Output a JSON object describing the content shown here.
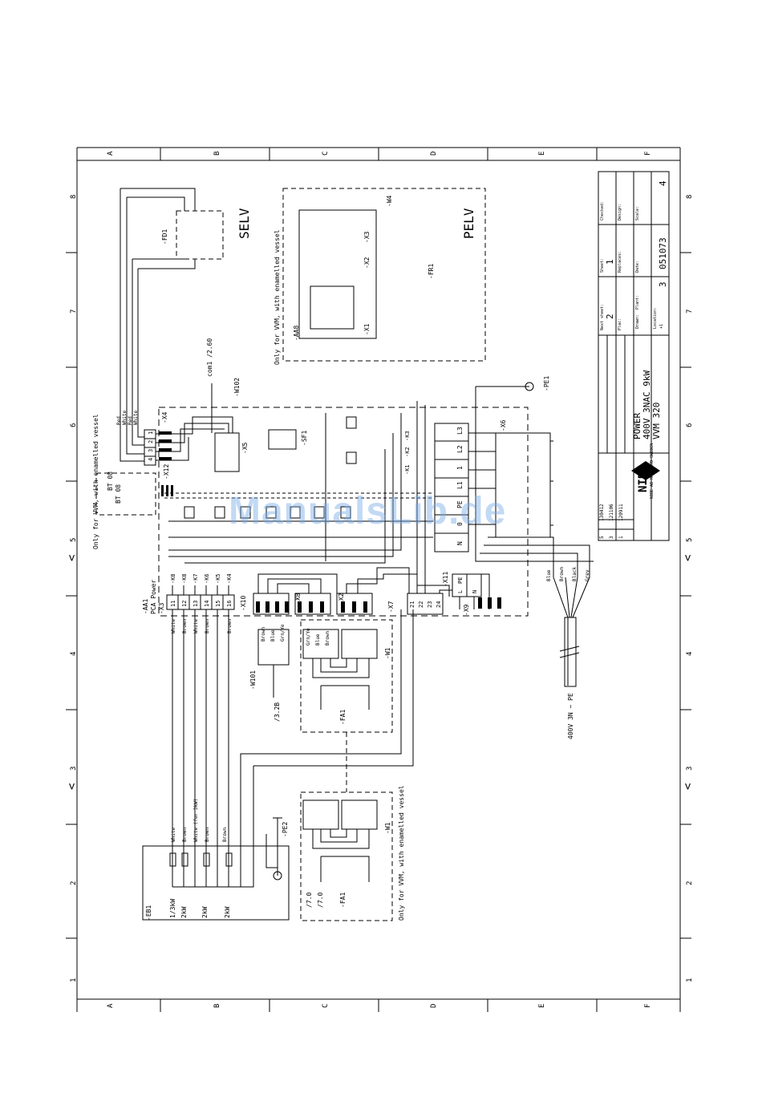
{
  "grid": {
    "columns": [
      "A",
      "B",
      "C",
      "D",
      "E",
      "F"
    ],
    "rows": [
      "8",
      "7",
      "6",
      "5",
      "4",
      "3",
      "2",
      "1"
    ],
    "arrow": "<"
  },
  "zones": {
    "selv": "SELV",
    "pelv": "PELV",
    "enamelled_note": "Only for VVM, with enamelled vessel"
  },
  "components": {
    "fd1": "-FD1",
    "aa8": "-AA8",
    "fr1": "-FR1",
    "x1": "-X1",
    "x2_pelv": "-X2",
    "x3_pelv": "-X3",
    "w4": "-W4",
    "x4": "-X4",
    "x5": "-X5",
    "sf1": "-SF1",
    "x6": "-X6",
    "pe1": "-PE1",
    "com1": "com1 /2.60",
    "w102": "-W102",
    "bt": "BT 08",
    "x12": "-X12",
    "aa1": "-AA1",
    "pca_power": "PCA Power",
    "x3": "-X3",
    "x10": "-X10",
    "x8": "-X8",
    "x2": "-X2",
    "x7": "-X7",
    "x11": "-X11",
    "x9": "-X9",
    "w1": "-W1",
    "w101": "-W101",
    "ref_328": "/3.2B",
    "fa1": "-FA1",
    "pe2": "-PE2",
    "eb1": "-EB1",
    "ref_70": "/7.0",
    "supply": "400V 3N ~ PE",
    "k_labels": [
      "-K1",
      "-K2",
      "-K3"
    ],
    "x6_terms": [
      "L3",
      "L2",
      "1",
      "L1",
      "PE",
      "0",
      "N"
    ],
    "x4_wires": [
      "Red",
      "White",
      "Red",
      "White"
    ],
    "x4_terms": [
      "1",
      "2",
      "3",
      "4"
    ],
    "x3_terms": [
      "11",
      "12",
      "13",
      "14",
      "15",
      "16"
    ],
    "x3_ks": [
      "-K8",
      "-K8",
      "-K7",
      "-K6",
      "-K5",
      "-K4"
    ],
    "x7_terms": [
      "21",
      "22",
      "23",
      "24"
    ],
    "x11_terms": [
      "L",
      "PE",
      "N"
    ],
    "cable_colors": [
      "Blue",
      "Brown",
      "Black",
      "Grey"
    ],
    "eb1_wires": [
      "White",
      "Brown",
      "White (for 3kW)",
      "Brown",
      "Brown"
    ],
    "eb1_ratings": [
      "1/3kW",
      "2kW",
      "2kW",
      "2kW"
    ],
    "x3_wires": [
      "White",
      "Brown",
      "White",
      "Brown",
      "Brown"
    ],
    "x10_wires": [
      "Brown",
      "Blue",
      "Grn/Ye"
    ],
    "x2_wires": [
      "Grn/Ye",
      "Blue",
      "Brown"
    ]
  },
  "title_block": {
    "title_line1": "POWER",
    "title_line2": "400V 3NAC 9kW",
    "title_line3": "VVM 320",
    "drawing_no": "051073",
    "revision": "4",
    "sheet": "3",
    "of_sheets": "1",
    "next_sheet": "2",
    "company": "NIBE",
    "address": "NIBE AB MARKARYD SWEDEN",
    "rev_rows": [
      {
        "rev": "5",
        "date": "130412"
      },
      {
        "rev": "3",
        "date": "121106"
      },
      {
        "rev": "1",
        "date": "120911"
      }
    ],
    "labels": {
      "checked": "Checked:",
      "design": "Design:",
      "scale": "Scale:",
      "sheet": "Sheet:",
      "replaces": "Replaces:",
      "date": "Date:",
      "drawn": "Drawn:",
      "next_sheet": "Next sheet:",
      "plac": "Plac:",
      "plant": "Plant:",
      "location": "Location:",
      "loc_val": "+1"
    }
  },
  "watermark": "ManualsLib.de"
}
